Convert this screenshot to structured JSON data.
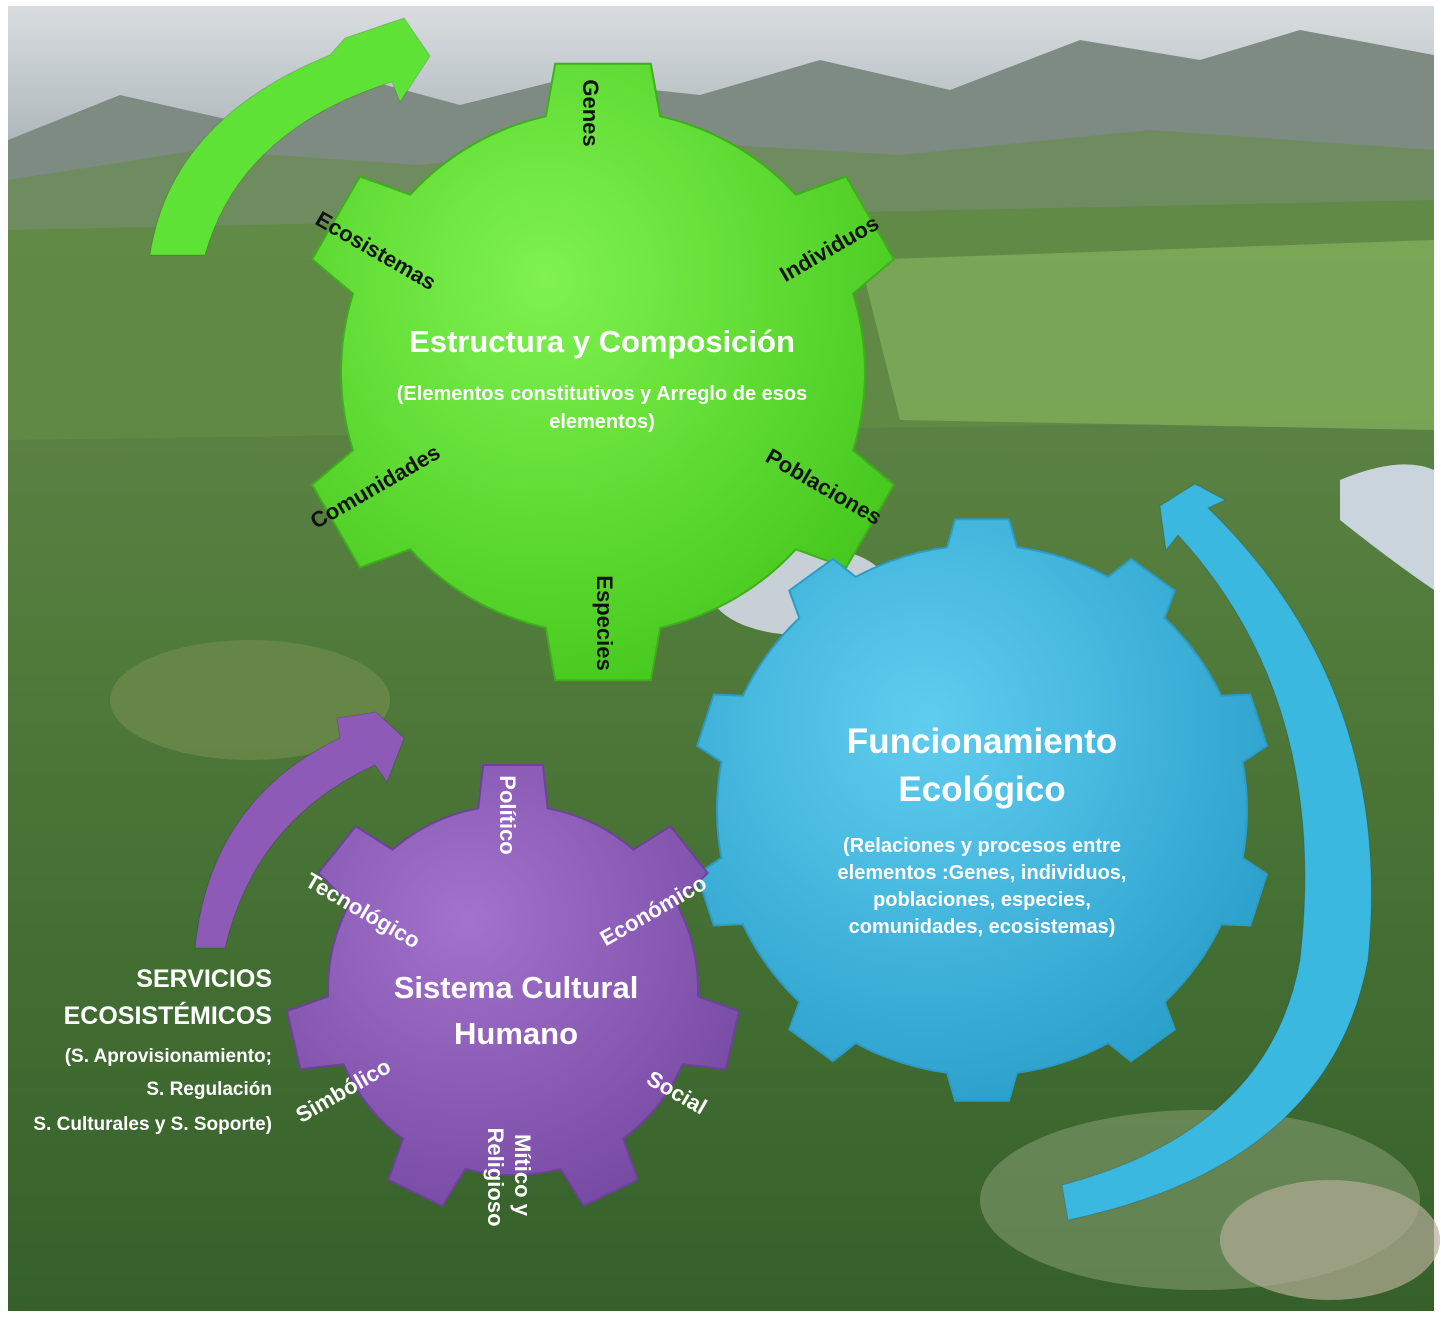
{
  "gears": {
    "structure": {
      "title": "Estructura y Composición",
      "subtitle_line1": "(Elementos constitutivos y Arreglo de esos",
      "subtitle_line2": "elementos)",
      "teeth": [
        "Genes",
        "Individuos",
        "Poblaciones",
        "Especies",
        "Comunidades",
        "Ecosistemas"
      ],
      "color": "#5fe236"
    },
    "function": {
      "title_line1": "Funcionamiento",
      "title_line2": "Ecológico",
      "subtitle_line1": "(Relaciones y procesos entre",
      "subtitle_line2": "elementos :Genes, individuos,",
      "subtitle_line3": "poblaciones, especies,",
      "subtitle_line4": "comunidades, ecosistemas)",
      "color": "#3ab8e0"
    },
    "culture": {
      "title_line1": "Sistema Cultural",
      "title_line2": "Humano",
      "teeth": [
        "Político",
        "Económico",
        "Social",
        "Mítico y",
        "Religioso",
        "Simbólico",
        "Tecnológico"
      ],
      "color": "#8e5ab8"
    }
  },
  "services": {
    "line1": "SERVICIOS",
    "line2": "ECOSISTÉMICOS",
    "line3": "(S. Aprovisionamiento;",
    "line4": "S. Regulación",
    "line5": "S. Culturales y S. Soporte)"
  },
  "arrows": {
    "green": "#5fe236",
    "blue": "#3ab8e0",
    "purple": "#8e5ab8"
  }
}
